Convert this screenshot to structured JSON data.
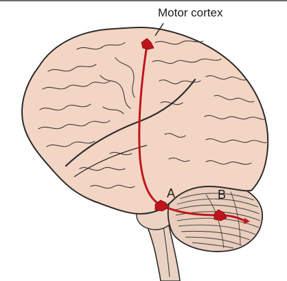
{
  "labels": {
    "motor_cortex": "Motor cortex",
    "point_a": "A",
    "point_b": "B"
  },
  "colors": {
    "brain_fill": "#f3d5c3",
    "brainstem_fill": "#ead2c3",
    "cerebellum_fill": "#e9cdbd",
    "outline": "#2a2a2a",
    "pathway": "#c0141b",
    "background": "#ffffff"
  }
}
